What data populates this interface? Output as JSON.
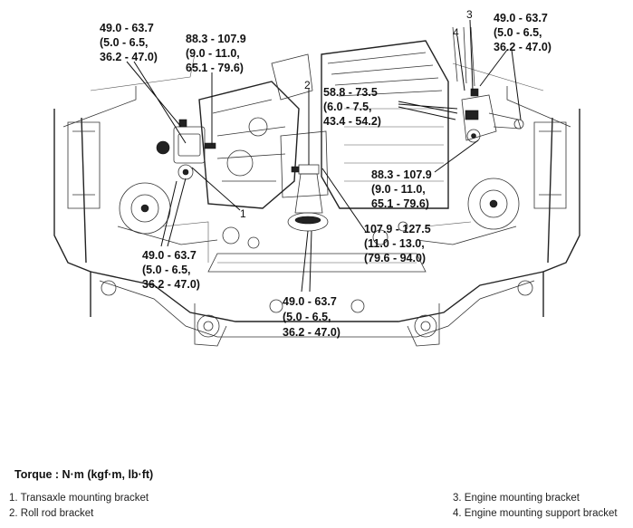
{
  "torques": {
    "t_left_top": [
      "49.0 - 63.7",
      "(5.0 - 6.5,",
      "36.2 - 47.0)"
    ],
    "t_left_mid": [
      "88.3 - 107.9",
      "(9.0 - 11.0,",
      "65.1 - 79.6)"
    ],
    "t_center_upper": [
      "58.8 - 73.5",
      "(6.0 - 7.5,",
      "43.4 - 54.2)"
    ],
    "t_right_top": [
      "49.0 - 63.7",
      "(5.0 - 6.5,",
      "36.2 - 47.0)"
    ],
    "t_right_mid": [
      "88.3 - 107.9",
      "(9.0 - 11.0,",
      "65.1 - 79.6)"
    ],
    "t_left_low": [
      "49.0 - 63.7",
      "(5.0 - 6.5,",
      "36.2 - 47.0)"
    ],
    "t_center_low": [
      "49.0 - 63.7",
      "(5.0 - 6.5,",
      "36.2 - 47.0)"
    ],
    "t_center_right": [
      "107.9 - 127.5",
      "(11.0 - 13.0,",
      "(79.6 - 94.0)"
    ]
  },
  "callouts": {
    "n1": "1",
    "n2": "2",
    "n3": "3",
    "n4": "4"
  },
  "caption": "Torque : N·m (kgf·m, lb·ft)",
  "legend": {
    "item1": "1. Transaxle mounting bracket",
    "item2": "2. Roll rod bracket",
    "item3": "3. Engine mounting bracket",
    "item4": "4. Engine mounting support bracket"
  }
}
